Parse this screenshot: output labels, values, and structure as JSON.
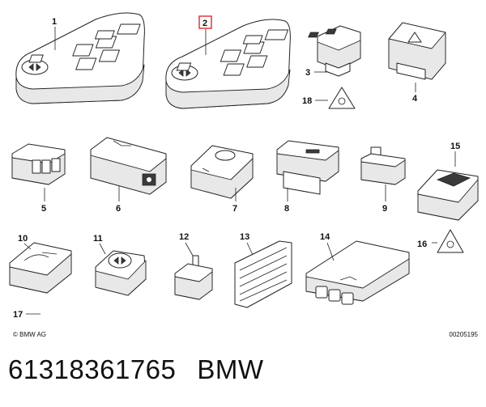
{
  "diagram": {
    "callouts": [
      "1",
      "2",
      "3",
      "4",
      "5",
      "6",
      "7",
      "8",
      "9",
      "10",
      "11",
      "12",
      "13",
      "14",
      "15",
      "16",
      "17",
      "18"
    ],
    "highlighted_callout": "2",
    "highlight_color": "#e4262e",
    "copyright": "© BMW AG",
    "drawing_number": "00205195"
  },
  "caption": {
    "part_number": "61318361765",
    "brand": "BMW"
  }
}
